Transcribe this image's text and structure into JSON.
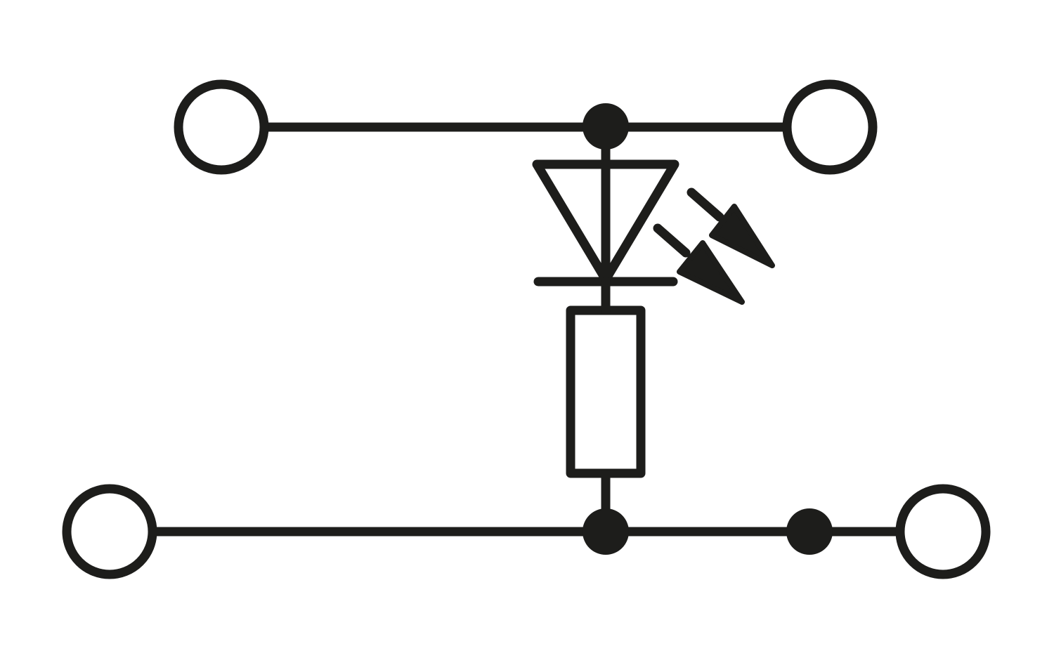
{
  "diagram": {
    "type": "terminal-block-schematic",
    "components": [
      "terminal",
      "terminal",
      "terminal",
      "terminal",
      "junction",
      "junction",
      "junction",
      "led",
      "resistor"
    ],
    "colors": {
      "stroke": "#1d1d1b",
      "background": "#ffffff"
    }
  }
}
